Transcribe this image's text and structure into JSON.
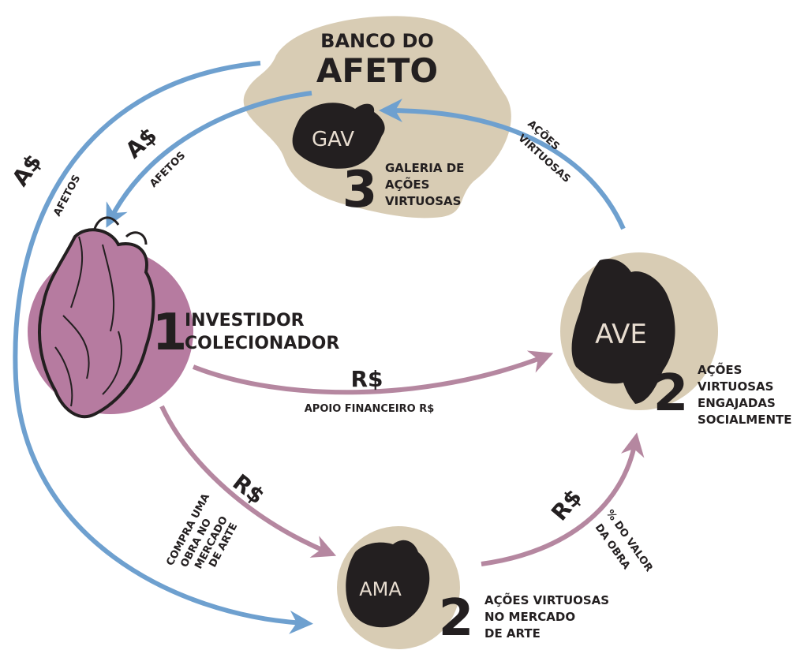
{
  "bank": {
    "title_line1": "BANCO DO",
    "title_line2": "AFETO",
    "node_label": "GAV",
    "number": "3",
    "desc_line1": "GALERIA DE",
    "desc_line2": "AÇÕES",
    "desc_line3": "VIRTUOSAS"
  },
  "investor": {
    "number": "1",
    "desc_line1": "INVESTIDOR",
    "desc_line2": "COLECIONADOR"
  },
  "ave": {
    "node_label": "AVE",
    "number": "2",
    "desc_line1": "AÇÕES",
    "desc_line2": "VIRTUOSAS",
    "desc_line3": "ENGAJADAS",
    "desc_line4": "SOCIALMENTE"
  },
  "ama": {
    "node_label": "AMA",
    "number": "2",
    "desc_line1": "AÇÕES VIRTUOSAS",
    "desc_line2": "NO MERCADO",
    "desc_line3": "DE ARTE"
  },
  "flows": {
    "afeto_currency": "A$",
    "afetos_label": "AFETOS",
    "real_currency": "R$",
    "apoio_label": "APOIO FINANCEIRO R$",
    "acoes_virtuosas_line1": "AÇÕES",
    "acoes_virtuosas_line2": "VIRTUOSAS",
    "compra_line1": "COMPRA UMA",
    "compra_line2": "OBRA NO",
    "compra_line3": "MERCADO",
    "compra_line4": "DE ARTE",
    "pct_line1": "% DO VALOR",
    "pct_line2": "DA OBRA"
  },
  "colors": {
    "blue_arrow": "#6ea0cf",
    "mauve_arrow": "#b587a0",
    "beige": "#d8ccb4",
    "heart_circle": "#b67ba0",
    "ink": "#231f20"
  }
}
